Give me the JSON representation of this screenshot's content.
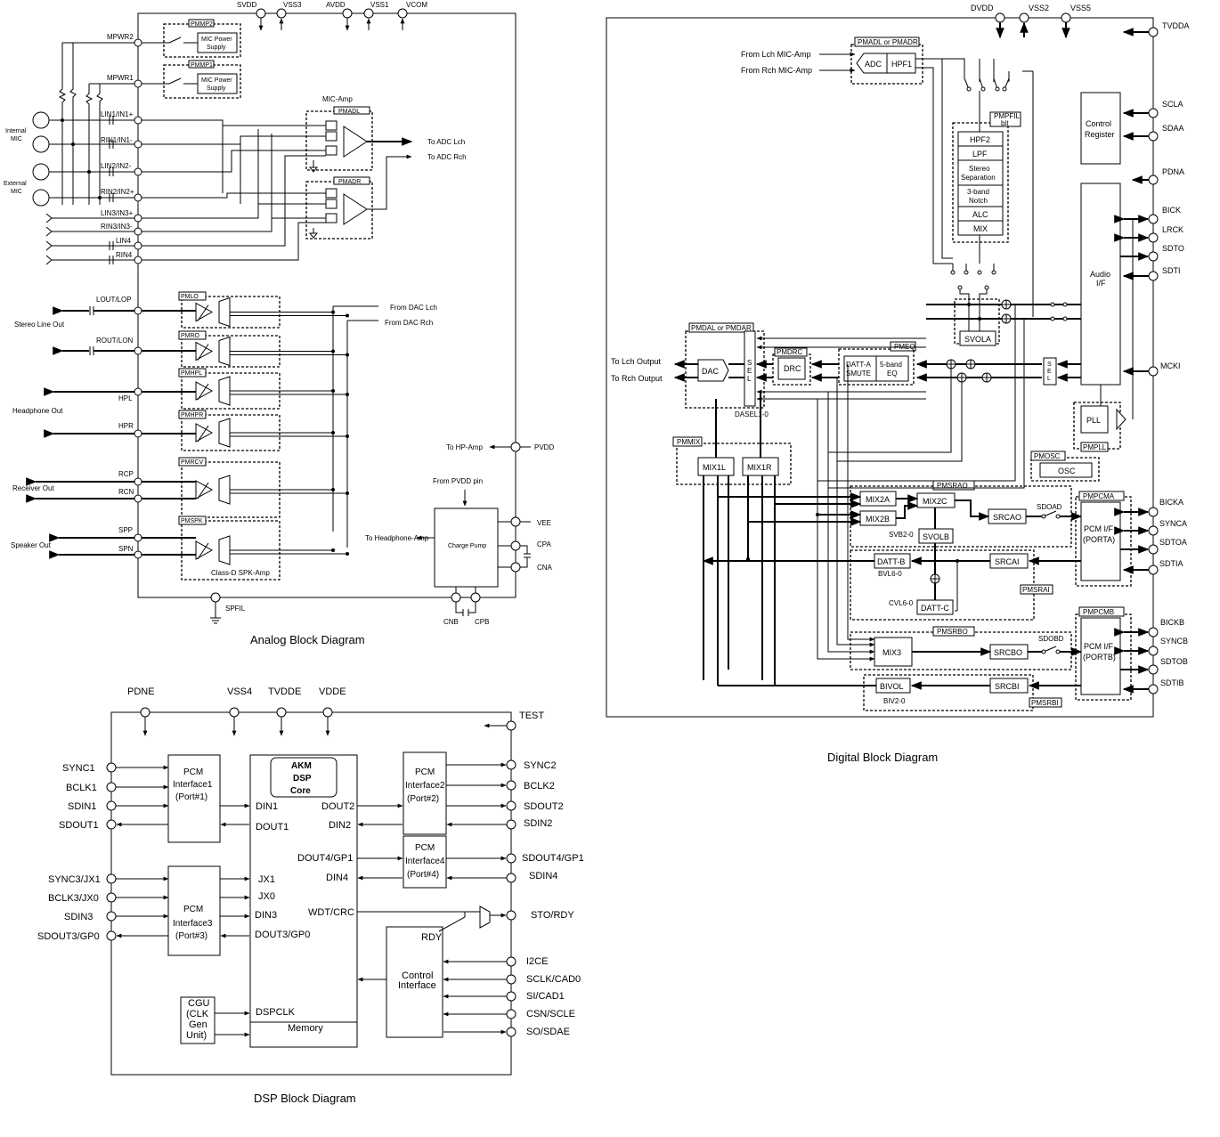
{
  "captions": {
    "analog": "Analog Block Diagram",
    "digital": "Digital Block Diagram",
    "dsp": "DSP Block Diagram"
  },
  "analog": {
    "top_pins": [
      "SVDD",
      "VSS3",
      "AVDD",
      "VSS1",
      "VCOM"
    ],
    "mic_power": [
      {
        "pin": "MPWR2",
        "tag": "PMMP2",
        "label1": "MIC Power",
        "label2": "Supply"
      },
      {
        "pin": "MPWR1",
        "tag": "PMMP1",
        "label1": "MIC Power",
        "label2": "Supply"
      }
    ],
    "mic_labels": {
      "internal1": "Internal",
      "internal2": "MIC",
      "external1": "External",
      "external2": "MIC"
    },
    "input_pins": [
      "LIN1/IN1+",
      "RIN1/IN1-",
      "LIN2/IN2-",
      "RIN2/IN2+",
      "LIN3/IN3+",
      "RIN3/IN3-",
      "LIN4",
      "RIN4"
    ],
    "mic_amp": "MIC-Amp",
    "pmadl": "PMADL",
    "pmadr": "PMADR",
    "to_adc_lch": "To ADC Lch",
    "to_adc_rch": "To ADC Rch",
    "output_pins": [
      "LOUT/LOP",
      "ROUT/LON",
      "HPL",
      "HPR",
      "RCP",
      "RCN",
      "SPP",
      "SPN"
    ],
    "output_tags": [
      "PMLO",
      "PMRO",
      "PMHPL",
      "PMHPR",
      "PMRCV",
      "PMSPK"
    ],
    "output_groups": [
      "Stereo Line Out",
      "Headphone Out",
      "Receiver Out",
      "Speaker Out"
    ],
    "from_dac_lch": "From DAC Lch",
    "from_dac_rch": "From DAC Rch",
    "class_d": "Class-D SPK-Amp",
    "to_hp_amp": "To HP-Amp",
    "pvdd": "PVDD",
    "from_pvdd": "From PVDD pin",
    "to_headphone_amp": "To Headphone-Amp",
    "charge_pump": "Charge Pump",
    "cp_pins": [
      "VEE",
      "CPA",
      "CNA"
    ],
    "bottom_pins": [
      "CNB",
      "CPB"
    ],
    "spfil": "SPFIL"
  },
  "digital": {
    "top_pins": [
      "DVDD",
      "VSS2",
      "VSS5"
    ],
    "tvdda": "TVDDA",
    "from_lch": "From Lch MIC-Amp",
    "from_rch": "From Rch MIC-Amp",
    "adc_tag": "PMADL or PMADR",
    "adc": "ADC",
    "hpf1": "HPF1",
    "pmpfil1": "PMPFIL",
    "pmpfil2": "bit",
    "filters": [
      "HPF2",
      "LPF",
      "Stereo",
      "Separation",
      "3-band",
      "Notch",
      "ALC",
      "MIX"
    ],
    "control1": "Control",
    "control2": "Register",
    "right_pins": [
      "SCLA",
      "SDAA",
      "PDNA",
      "BICK",
      "LRCK",
      "SDTO",
      "SDTI",
      "MCKI"
    ],
    "audio_if1": "Audio",
    "audio_if2": "I/F",
    "svola": "SVOLA",
    "dac_tag": "PMDAL or PMDAR",
    "dac": "DAC",
    "to_lch_out": "To Lch Output",
    "to_rch_out": "To Rch Output",
    "sel": "SEL",
    "pmdrc": "PMDRC",
    "drc": "DRC",
    "pmeq": "PMEQ",
    "datt_a1": "DATT-A",
    "datt_a2": "SMUTE",
    "eq1": "5-band",
    "eq2": "EQ",
    "dasel": "DASEL1-0",
    "pll": "PLL",
    "pmpll": "PMPLL",
    "pmmix": "PMMIX",
    "mix1l": "MIX1L",
    "mix1r": "MIX1R",
    "pmosc": "PMOSC",
    "osc": "OSC",
    "pmsrao": "PMSRAO",
    "mix2a": "MIX2A",
    "mix2b": "MIX2B",
    "mix2c": "MIX2C",
    "srcao": "SRCAO",
    "sdoad": "SDOAD",
    "svb": "SVB2-0",
    "svolb": "SVOLB",
    "datt_b": "DATT-B",
    "bvl": "BVL6-0",
    "srcai": "SRCAI",
    "pmsrai": "PMSRAI",
    "cvl": "CVL6-0",
    "datt_c": "DATT-C",
    "pmpcma": "PMPCMA",
    "pcm_a1": "PCM I/F",
    "pcm_a2": "(PORTA)",
    "pins_a": [
      "BICKA",
      "SYNCA",
      "SDTOA",
      "SDTIA"
    ],
    "pmsrbo": "PMSRBO",
    "mix3": "MIX3",
    "srcbo": "SRCBO",
    "sdobd": "SDOBD",
    "bivol": "BIVOL",
    "srcbi": "SRCBI",
    "biv": "BIV2-0",
    "pmsrbi": "PMSRBI",
    "pmpcmb": "PMPCMB",
    "pcm_b1": "PCM I/F",
    "pcm_b2": "(PORTB)",
    "pins_b": [
      "BICKB",
      "SYNCB",
      "SDTOB",
      "SDTIB"
    ]
  },
  "dsp": {
    "top_pins": [
      "PDNE",
      "VSS4",
      "TVDDE",
      "VDDE"
    ],
    "test": "TEST",
    "left_pins": [
      "SYNC1",
      "BCLK1",
      "SDIN1",
      "SDOUT1",
      "SYNC3/JX1",
      "BCLK3/JX0",
      "SDIN3",
      "SDOUT3/GP0"
    ],
    "pcm1": [
      "PCM",
      "Interface1",
      "(Port#1)"
    ],
    "pcm3": [
      "PCM",
      "Interface3",
      "(Port#3)"
    ],
    "pcm2": [
      "PCM",
      "Interface2",
      "(Port#2)"
    ],
    "pcm4": [
      "PCM",
      "Interface4",
      "(Port#4)"
    ],
    "core": [
      "AKM",
      "DSP",
      "Core"
    ],
    "core_ports_left": [
      "DIN1",
      "DOUT1",
      "JX1",
      "JX0",
      "DIN3",
      "DOUT3/GP0",
      "DSPCLK"
    ],
    "core_ports_right": [
      "DOUT2",
      "DIN2",
      "DOUT4/GP1",
      "DIN4",
      "WDT/CRC"
    ],
    "memory": "Memory",
    "cgu": [
      "CGU",
      "(CLK",
      "Gen",
      "Unit)"
    ],
    "rdy": "RDY",
    "control": [
      "Control",
      "Interface"
    ],
    "right_pins": [
      "SYNC2",
      "BCLK2",
      "SDOUT2",
      "SDIN2",
      "SDOUT4/GP1",
      "SDIN4",
      "STO/RDY",
      "I2CE",
      "SCLK/CAD0",
      "SI/CAD1",
      "CSN/SCLE",
      "SO/SDAE"
    ]
  }
}
